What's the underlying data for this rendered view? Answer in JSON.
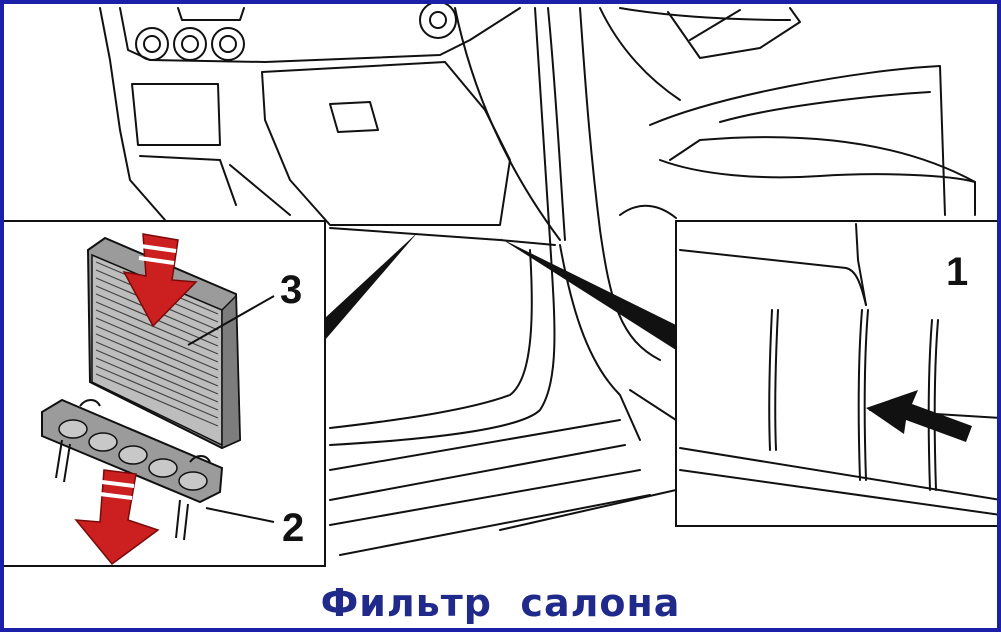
{
  "callouts": {
    "n1": "1",
    "n2": "2",
    "n3": "3"
  },
  "caption": "Фильтр  салона",
  "colors": {
    "border": "#1c1fa8",
    "caption": "#1f2a8a",
    "arrow_red": "#cc1f1f",
    "filter_grey": "#9b9b9b"
  },
  "icons": {
    "arrow1": "black-arrow-left-icon",
    "arrow_down": "red-striped-arrow-down-icon"
  }
}
